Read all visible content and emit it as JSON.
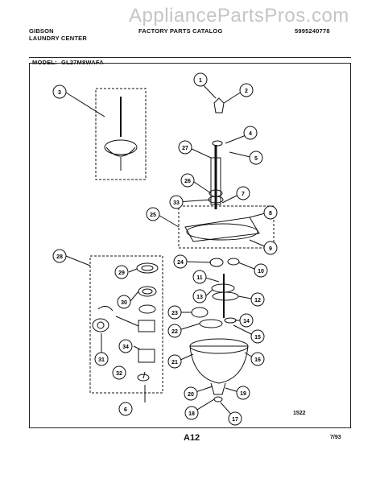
{
  "header": {
    "brand": "GIBSON",
    "subtitle": "LAUNDRY CENTER",
    "catalog": "FACTORY PARTS CATALOG",
    "catalog_number": "5995240778",
    "model_label": "MODEL:",
    "model_value": "GL27M8WAFA"
  },
  "watermark": "AppliancePartsPros.com",
  "callouts": [
    "1",
    "2",
    "3",
    "4",
    "5",
    "6",
    "7",
    "8",
    "9",
    "10",
    "11",
    "12",
    "13",
    "14",
    "15",
    "16",
    "17",
    "18",
    "19",
    "20",
    "21",
    "22",
    "23",
    "24",
    "25",
    "26",
    "27",
    "28",
    "29",
    "30",
    "31",
    "32",
    "33",
    "34"
  ],
  "footer": {
    "figure_code": "1522",
    "page": "A12",
    "date": "7/93"
  }
}
